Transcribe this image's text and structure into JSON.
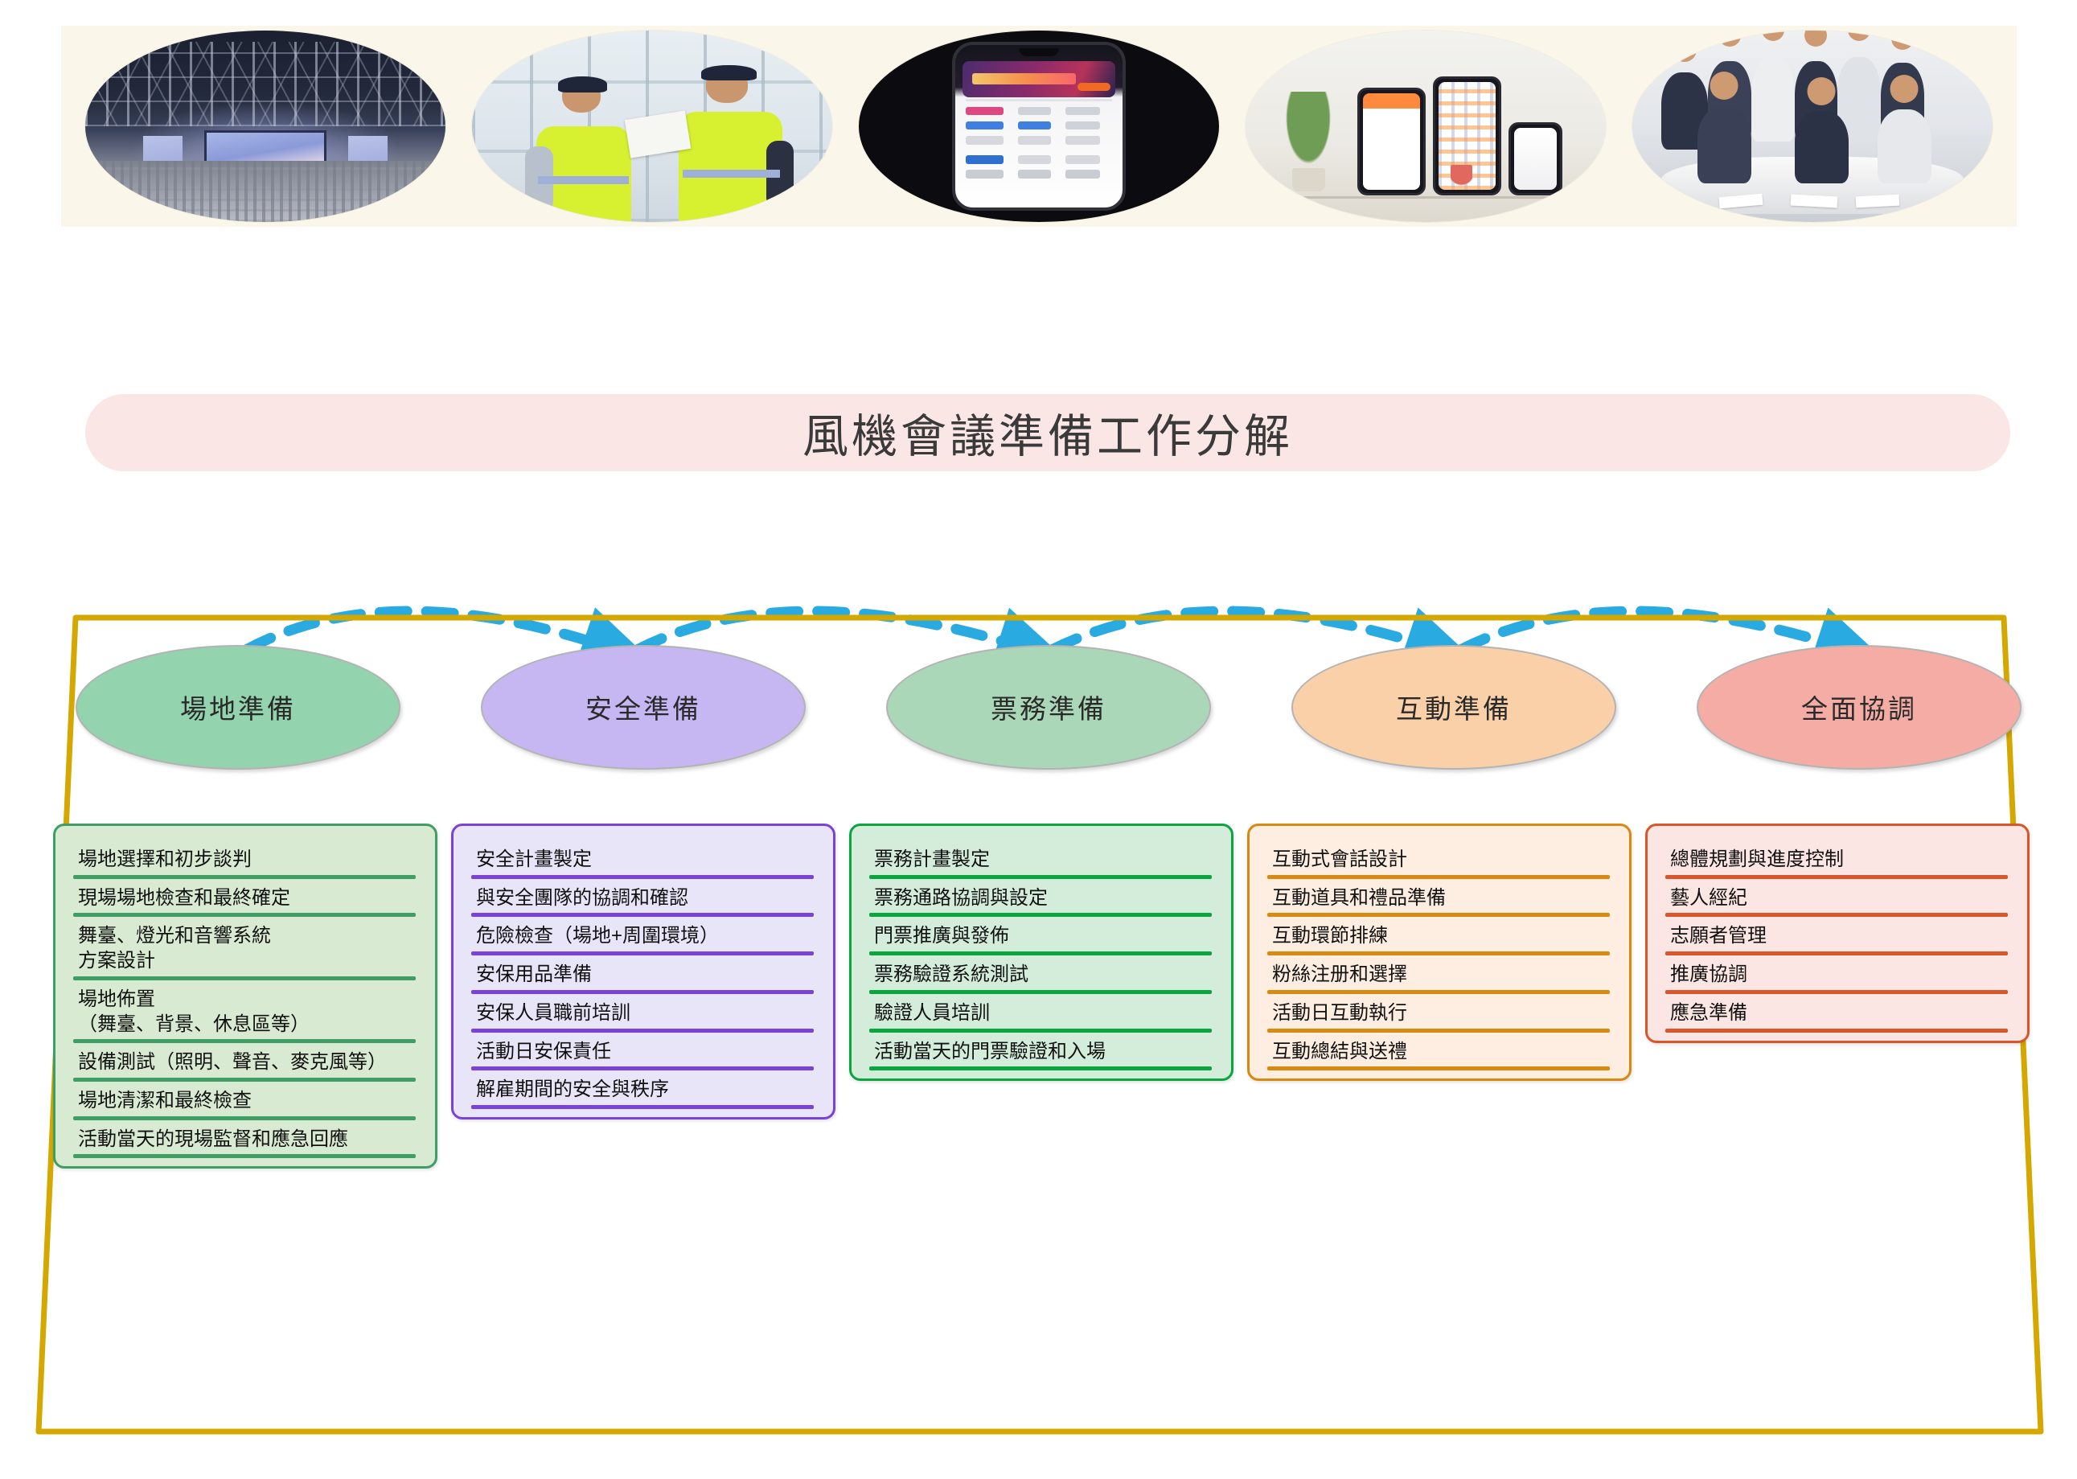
{
  "header": {
    "banner_title": "風機會議準備工作分解",
    "banner_bg": "#fae7e5",
    "strip_bg": "#faf6e9",
    "photos": [
      {
        "name": "concert-stage-venue-photo"
      },
      {
        "name": "security-officers-photo"
      },
      {
        "name": "ticketing-app-phone-photo"
      },
      {
        "name": "mobile-devices-desk-photo"
      },
      {
        "name": "team-meeting-photo"
      }
    ]
  },
  "frame": {
    "border_color": "#d4a800",
    "connector_color": "#29abe2"
  },
  "columns": [
    {
      "id": "venue-preparation",
      "title": "場地準備",
      "ellipse_fill": "#93d3ad",
      "card_class": "c-green",
      "accent": "#3f9e63",
      "items": [
        "場地選擇和初步談判",
        "現場場地檢查和最終確定",
        "舞臺、燈光和音響系統\n方案設計",
        "場地佈置\n （舞臺、背景、休息區等）",
        "設備測試（照明、聲音、麥克風等）",
        "場地清潔和最終檢查",
        "活動當天的現場監督和應急回應"
      ]
    },
    {
      "id": "security-preparation",
      "title": "安全準備",
      "ellipse_fill": "#c6b6f2",
      "card_class": "c-purple",
      "accent": "#7b42d6",
      "items": [
        "安全計畫製定",
        "與安全團隊的協調和確認",
        "危險檢查（場地+周圍環境）",
        "安保用品準備",
        "安保人員職前培訓",
        "活動日安保責任",
        "解雇期間的安全與秩序"
      ]
    },
    {
      "id": "ticketing-preparation",
      "title": "票務準備",
      "ellipse_fill": "#a9d7b8",
      "card_class": "c-green2",
      "accent": "#0aa53f",
      "items": [
        "票務計畫製定",
        "票務通路協調與設定",
        "門票推廣與發佈",
        "票務驗證系統測試",
        "驗證人員培訓",
        "活動當天的門票驗證和入場"
      ]
    },
    {
      "id": "interaction-preparation",
      "title": "互動準備",
      "ellipse_fill": "#fad0a8",
      "card_class": "c-orange",
      "accent": "#d8890f",
      "items": [
        "互動式會話設計",
        "互動道具和禮品準備",
        "互動環節排練",
        "粉絲注册和選擇",
        "活動日互動執行",
        "互動總結與送禮"
      ]
    },
    {
      "id": "overall-coordination",
      "title": "全面協調",
      "ellipse_fill": "#f4aca4",
      "card_class": "c-pink",
      "accent": "#d9562a",
      "items": [
        "總體規劃與進度控制",
        "藝人經紀",
        "志願者管理",
        "推廣協調",
        "應急準備"
      ]
    }
  ]
}
